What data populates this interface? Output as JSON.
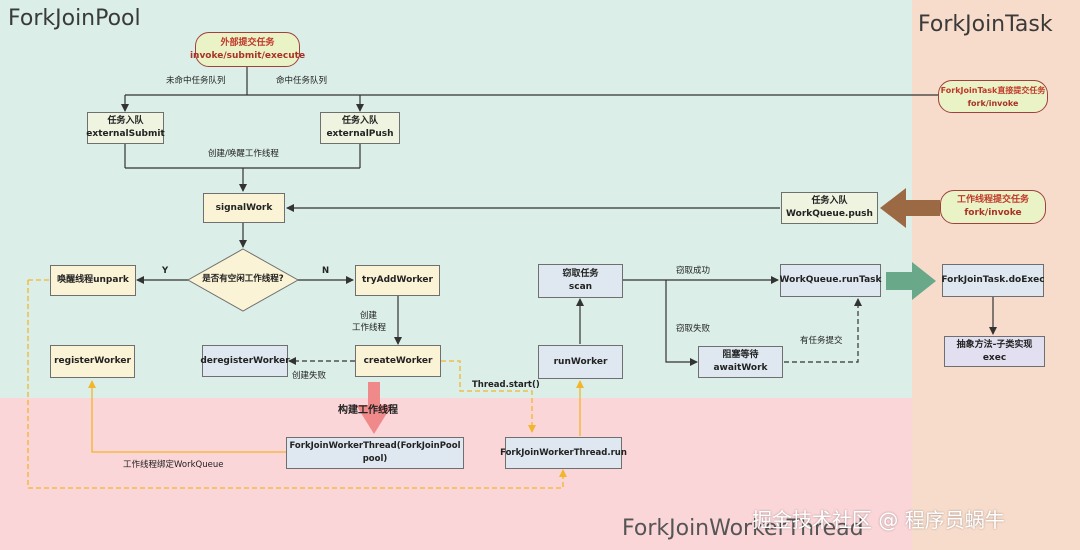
{
  "regions": {
    "pool_title": "ForkJoinPool",
    "task_title": "ForkJoinTask",
    "thread_title": "ForkJoinWorkerThread"
  },
  "nodes": {
    "external_submit_oval": {
      "line1": "外部提交任务",
      "line2": "invoke/submit/execute"
    },
    "forkjointask_submit_oval": {
      "line1": "ForkJoinTask直接提交任务",
      "line2": "fork/invoke"
    },
    "worker_submit_oval": {
      "line1": "工作线程提交任务",
      "line2": "fork/invoke"
    },
    "external_submit": {
      "line1": "任务入队",
      "line2": "externalSubmit"
    },
    "external_push": {
      "line1": "任务入队",
      "line2": "externalPush"
    },
    "signal_work": {
      "line1": "signalWork"
    },
    "workqueue_push": {
      "line1": "任务入队",
      "line2": "WorkQueue.push"
    },
    "idle_decision": {
      "line1": "是否有空闲工作线程?"
    },
    "unpark": {
      "line1": "唤醒线程unpark"
    },
    "try_add_worker": {
      "line1": "tryAddWorker"
    },
    "steal_scan": {
      "line1": "窃取任务",
      "line2": "scan"
    },
    "run_task": {
      "line1": "WorkQueue.runTask"
    },
    "do_exec": {
      "line1": "ForkJoinTask.doExec"
    },
    "abstract_exec": {
      "line1": "抽象方法-子类实现",
      "line2": "exec"
    },
    "register_worker": {
      "line1": "registerWorker"
    },
    "deregister_worker": {
      "line1": "deregisterWorker"
    },
    "create_worker": {
      "line1": "createWorker"
    },
    "run_worker": {
      "line1": "runWorker"
    },
    "await_work": {
      "line1": "阻塞等待",
      "line2": "awaitWork"
    },
    "worker_thread_ctor": {
      "line1": "ForkJoinWorkerThread(ForkJoinPool pool)"
    },
    "worker_thread_run": {
      "line1": "ForkJoinWorkerThread.run"
    }
  },
  "edge_labels": {
    "queue_miss": "未命中任务队列",
    "queue_hit": "命中任务队列",
    "create_wake": "创建/唤醒工作线程",
    "yes": "Y",
    "no": "N",
    "create_thread_l1": "创建",
    "create_thread_l2": "工作线程",
    "create_fail": "创建失败",
    "build_thread": "构建工作线程",
    "thread_start": "Thread.start()",
    "steal_success": "窃取成功",
    "steal_fail": "窃取失败",
    "has_task": "有任务提交",
    "bind_workqueue": "工作线程绑定WorkQueue"
  },
  "watermark": "掘金技术社区 @ 程序员蜗牛",
  "colors": {
    "pool_bg": "#dbeee8",
    "task_bg": "#f8dccb",
    "thread_bg": "#fbd6d8",
    "solid_edge": "#333333",
    "dashed_edge": "#333333",
    "thread_edge": "#f3b52b",
    "big_arrow_brown": "#9b6a45",
    "big_arrow_green": "#6aa88a",
    "big_arrow_pink": "#f08a8a"
  }
}
